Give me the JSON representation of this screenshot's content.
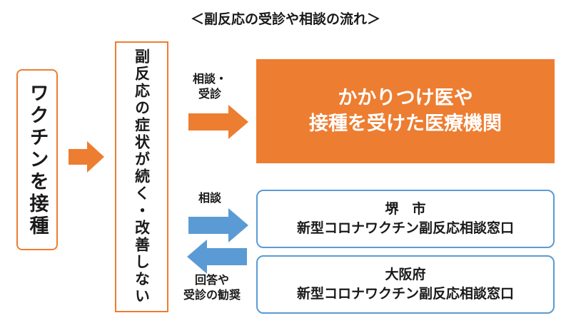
{
  "title": "＜副反応の受診や相談の流れ＞",
  "nodes": {
    "vaccine": "ワクチンを接種",
    "symptom": "副反応の症状が続く・改善しない",
    "doctor": [
      "かかりつけ医や",
      "接種を受けた医療機関"
    ],
    "sakai": [
      "堺　市",
      "新型コロナワクチン副反応相談窓口"
    ],
    "osaka": [
      "大阪府",
      "新型コロナワクチン副反応相談窓口"
    ]
  },
  "labels": {
    "consult_visit": [
      "相談・",
      "受診"
    ],
    "consult": "相談",
    "reply": [
      "回答や",
      "受診の勧奨"
    ]
  },
  "colors": {
    "orange": "#ed7d31",
    "blue": "#5b9bd5"
  }
}
